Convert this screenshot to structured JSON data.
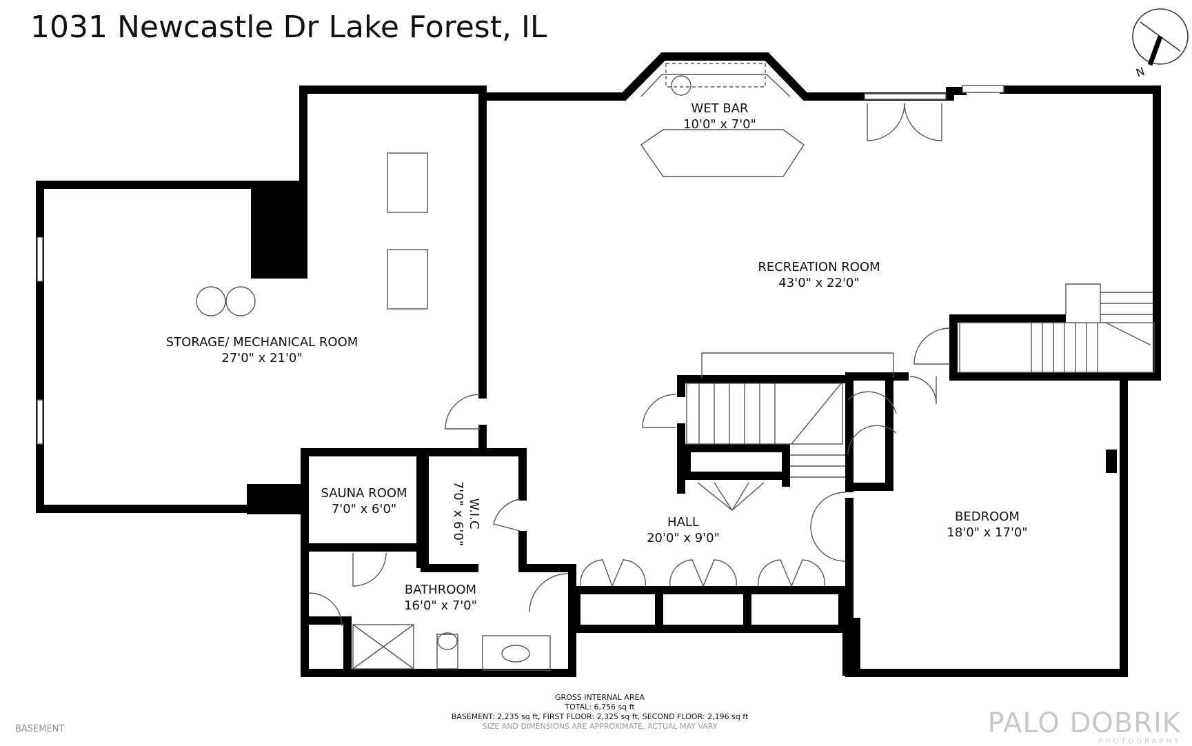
{
  "header": {
    "address": "1031 Newcastle Dr Lake Forest, IL"
  },
  "compass": {
    "north_label": "N",
    "icon": "compass-icon"
  },
  "rooms": {
    "wet_bar": {
      "name": "WET BAR",
      "dims": "10'0\" x 7'0\""
    },
    "recreation": {
      "name": "RECREATION ROOM",
      "dims": "43'0\" x 22'0\""
    },
    "storage": {
      "name": "STORAGE/ MECHANICAL ROOM",
      "dims": "27'0\" x 21'0\""
    },
    "sauna": {
      "name": "SAUNA ROOM",
      "dims": "7'0\" x 6'0\""
    },
    "wic": {
      "name": "W.I.C",
      "dims": "7'0\" x 6'0\""
    },
    "hall": {
      "name": "HALL",
      "dims": "20'0\" x 9'0\""
    },
    "bedroom": {
      "name": "BEDROOM",
      "dims": "18'0\" x 17'0\""
    },
    "bathroom": {
      "name": "BATHROOM",
      "dims": "16'0\" x 7'0\""
    }
  },
  "footer": {
    "line1": "GROSS INTERNAL AREA",
    "line2": "TOTAL: 6,756 sq ft",
    "line3": "BASEMENT: 2,235 sq ft, FIRST FLOOR: 2,325 sq ft, SECOND FLOOR: 2,196 sq ft",
    "line4": "SIZE AND DIMENSIONS ARE APPROXIMATE, ACTUAL MAY VARY"
  },
  "floor": {
    "name": "BASEMENT"
  },
  "brand": {
    "name": "PALO DOBRIK",
    "tagline": "PHOTOGRAPHY",
    "color": "#c8c8c8"
  },
  "colors": {
    "wall": "#000000",
    "fixture_line": "#555555",
    "background": "#ffffff"
  }
}
